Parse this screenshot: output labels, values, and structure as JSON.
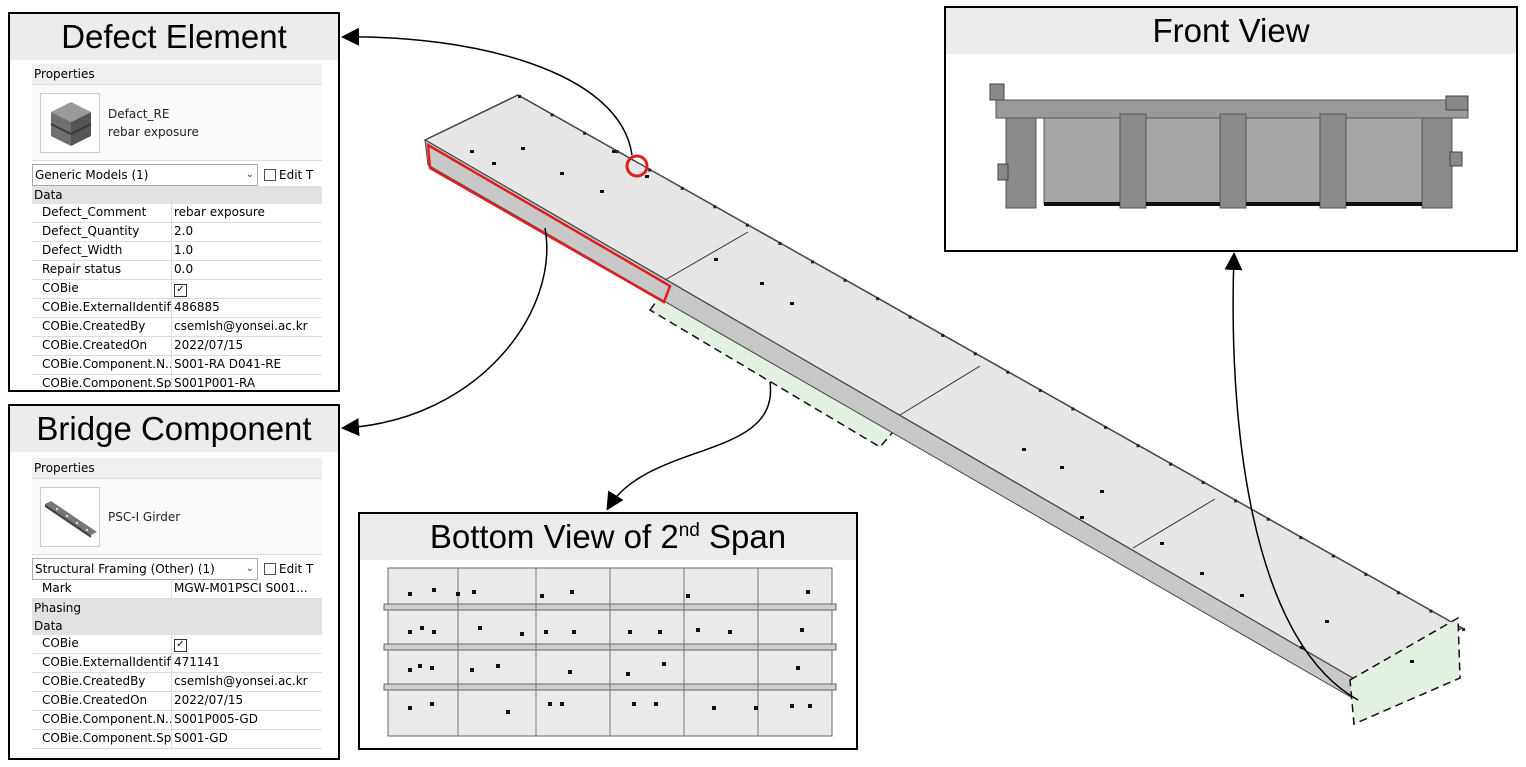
{
  "titles": {
    "defect": "Defect Element",
    "bridge": "Bridge Component",
    "front": "Front View",
    "bottom_main": "Bottom View of 2",
    "bottom_sup": "nd",
    "bottom_tail": " Span"
  },
  "defect_props": {
    "header": "Properties",
    "elem_name": "Defact_RE",
    "elem_type": "rebar exposure",
    "category": "Generic Models (1)",
    "edit_label": "Edit T",
    "section_data": "Data",
    "rows": [
      {
        "k": "Defect_Comment",
        "v": "rebar exposure"
      },
      {
        "k": "Defect_Quantity",
        "v": "2.0"
      },
      {
        "k": "Defect_Width",
        "v": "1.0"
      },
      {
        "k": "Repair status",
        "v": "0.0"
      },
      {
        "k": "COBie",
        "v": "✓"
      },
      {
        "k": "COBie.ExternalIdentifier",
        "v": "486885"
      },
      {
        "k": "COBie.CreatedBy",
        "v": "csemlsh@yonsei.ac.kr"
      },
      {
        "k": "COBie.CreatedOn",
        "v": "2022/07/15"
      },
      {
        "k": "COBie.Component.N...",
        "v": "S001-RA D041-RE"
      },
      {
        "k": "COBie.Component.Sp...",
        "v": "S001P001-RA"
      }
    ]
  },
  "bridge_props": {
    "header": "Properties",
    "elem_name": "PSC-I Girder",
    "category": "Structural Framing (Other) (1)",
    "edit_label": "Edit T",
    "mark_key": "Mark",
    "mark_val": "MGW-M01PSCI S001...",
    "section_phasing": "Phasing",
    "section_data": "Data",
    "rows": [
      {
        "k": "COBie",
        "v": "✓"
      },
      {
        "k": "COBie.ExternalIdentifier",
        "v": "471141"
      },
      {
        "k": "COBie.CreatedBy",
        "v": "csemlsh@yonsei.ac.kr"
      },
      {
        "k": "COBie.CreatedOn",
        "v": "2022/07/15"
      },
      {
        "k": "COBie.Component.N...",
        "v": "S001P005-GD"
      },
      {
        "k": "COBie.Component.Sp...",
        "v": "S001-GD"
      }
    ]
  },
  "colors": {
    "highlight_red": "#e02020",
    "deck_gray": "#e6e6e6",
    "dashed_fill": "#e3f1e3",
    "title_bg": "#ececec"
  },
  "icons": [
    "defect-element-thumbnail-icon",
    "girder-thumbnail-icon",
    "edit-type-icon",
    "chevron-down-icon",
    "checkbox-icon"
  ]
}
